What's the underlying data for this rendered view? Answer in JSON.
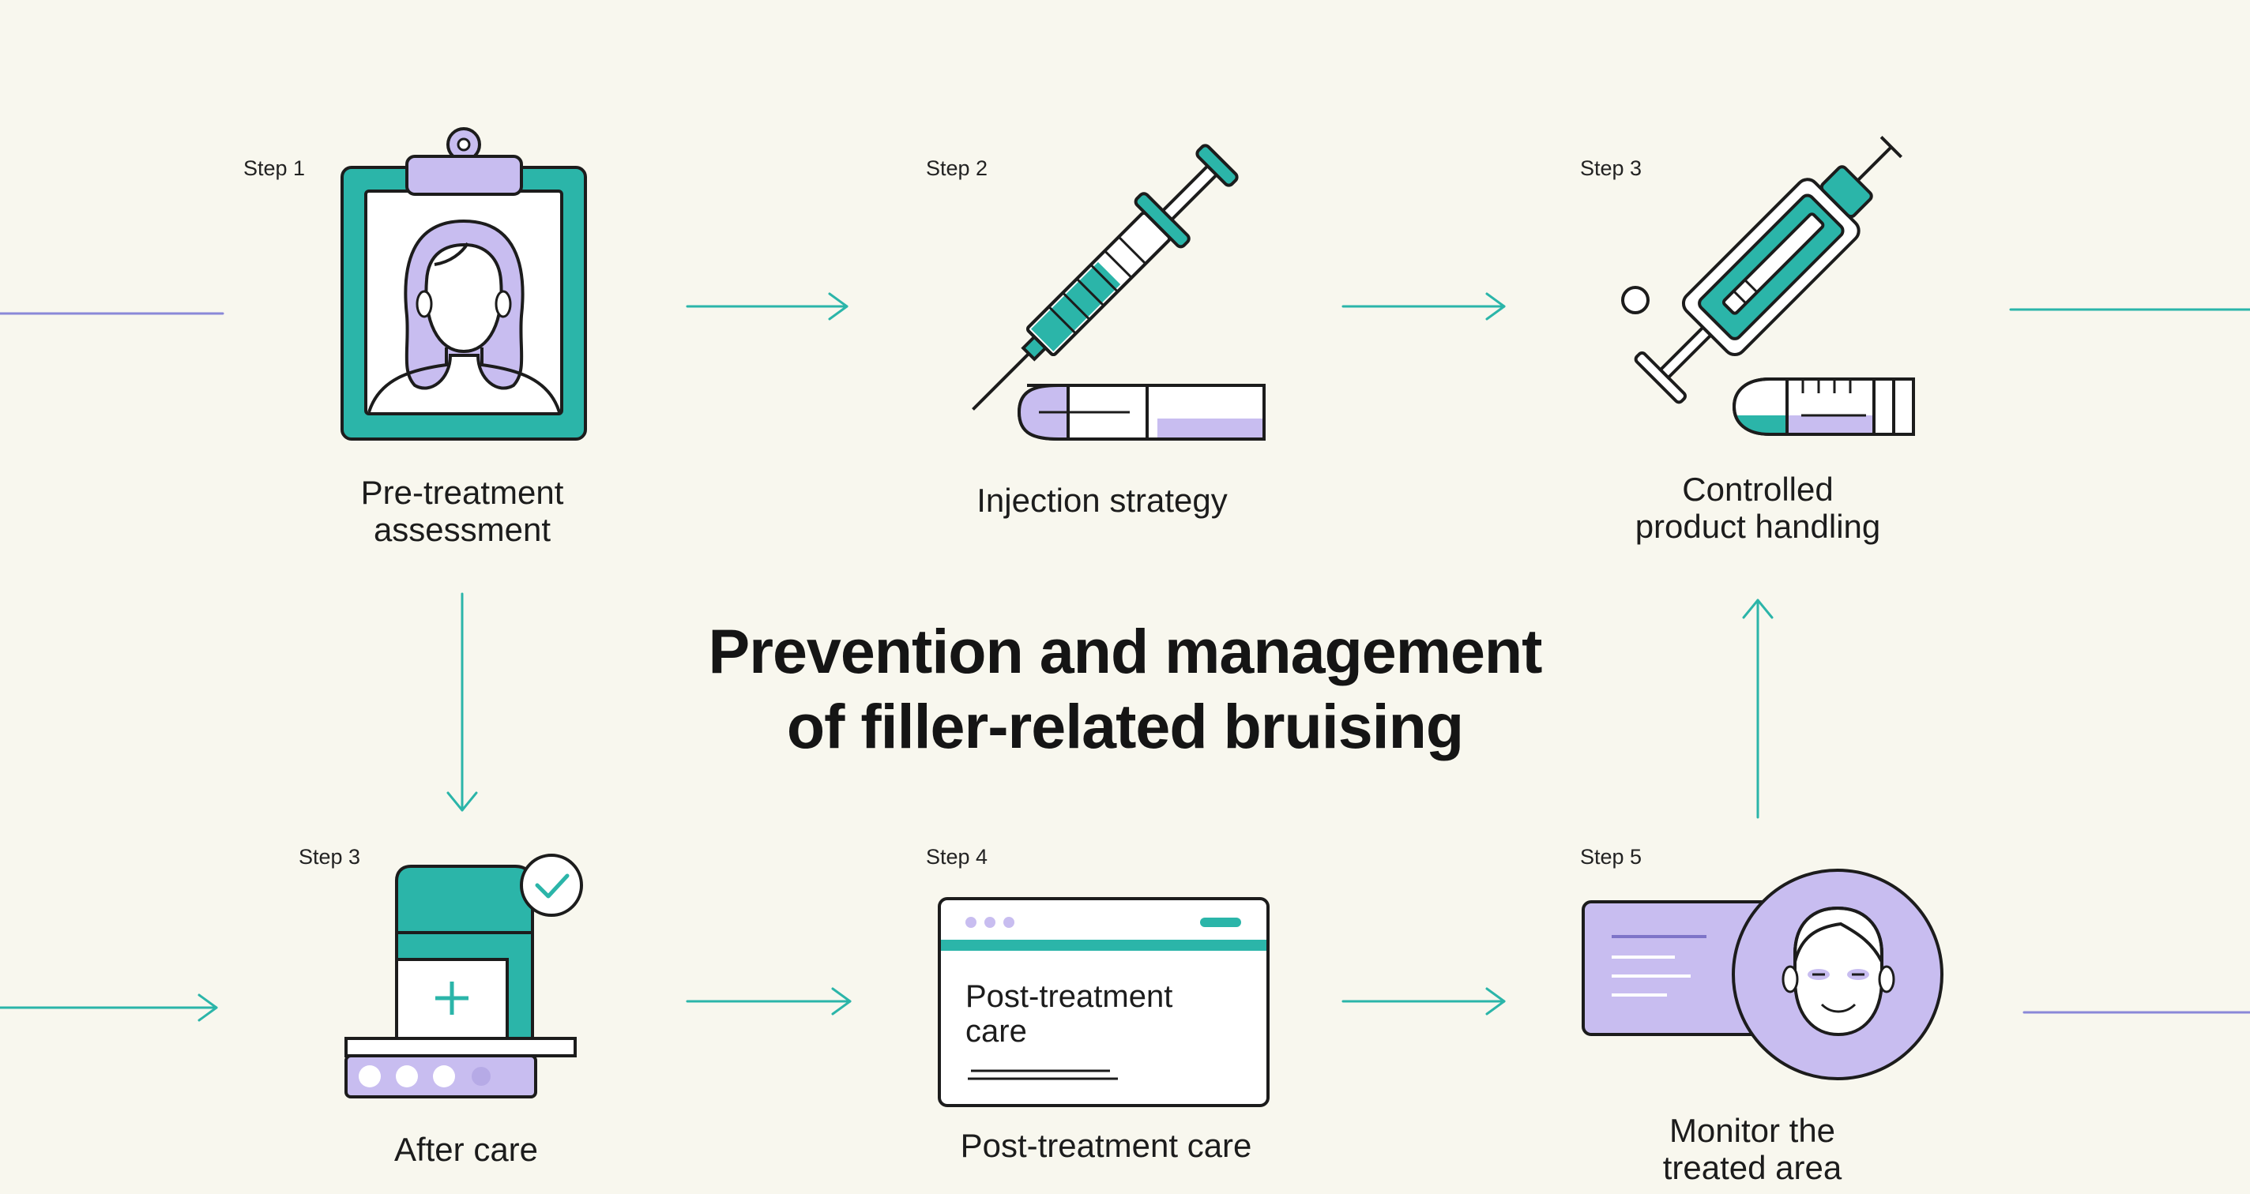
{
  "title_line1": "Prevention and management",
  "title_line2": "of filler-related bruising",
  "colors": {
    "teal": "#2bb5a9",
    "lavender": "#c8bdf0",
    "ink": "#1c1c1c",
    "background": "#f8f7ee"
  },
  "steps": [
    {
      "step": "Step 1",
      "caption_line1": "Pre-treatment",
      "caption_line2": "assessment",
      "icon": "clipboard-patient-icon"
    },
    {
      "step": "Step 2",
      "caption_line1": "Injection strategy",
      "caption_line2": "",
      "icon": "syringe-vial-icon"
    },
    {
      "step": "Step 3",
      "caption_line1": "Controlled",
      "caption_line2": "product handling",
      "icon": "syringe-handling-icon"
    },
    {
      "step": "Step 3",
      "caption_line1": "After care",
      "caption_line2": "",
      "icon": "aftercare-kit-icon"
    },
    {
      "step": "Step 4",
      "caption_line1": "Post-treatment care",
      "caption_line2": "",
      "icon": "browser-window-icon",
      "card_line1": "Post-treatment",
      "card_line2": "care"
    },
    {
      "step": "Step 5",
      "caption_line1": "Monitor the",
      "caption_line2": "treated area",
      "icon": "monitor-face-icon"
    }
  ]
}
